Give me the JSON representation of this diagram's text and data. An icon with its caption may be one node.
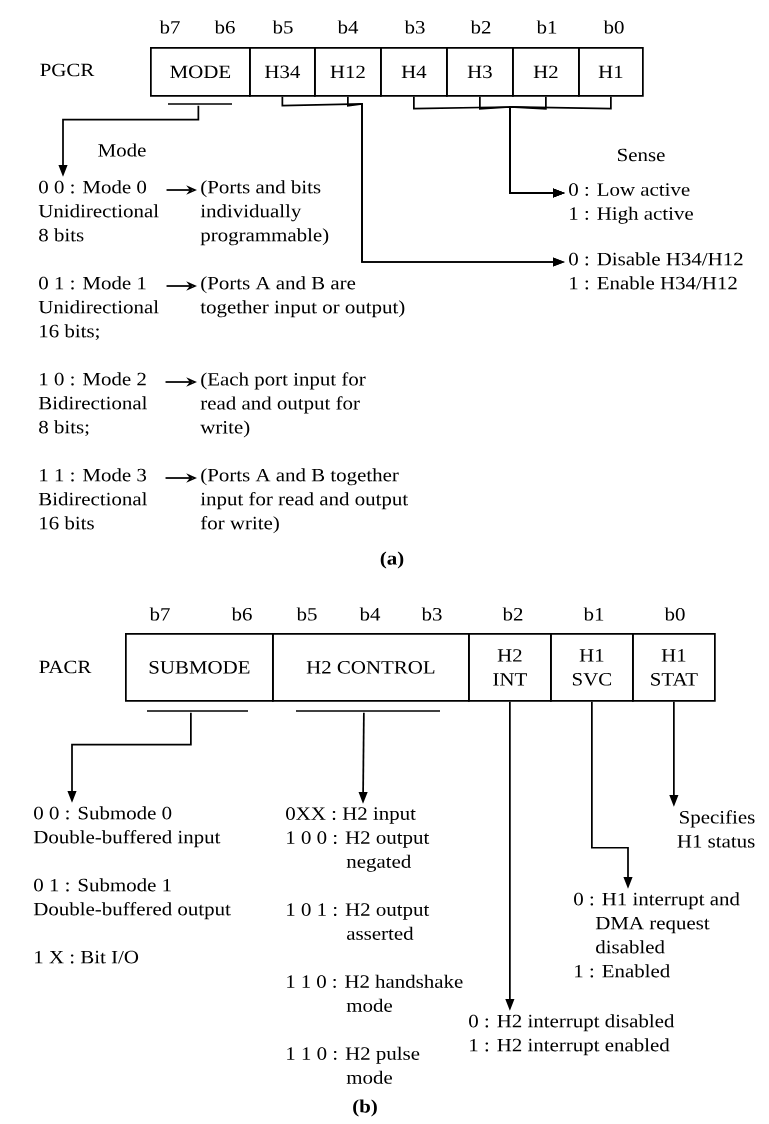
{
  "diagram": {
    "nodes": [
      {
        "text": [
          "MODE"
        ]
      },
      {
        "text": [
          "H34"
        ]
      },
      {
        "text": [
          "H12"
        ]
      },
      {
        "text": [
          "H4"
        ]
      },
      {
        "text": [
          "H3"
        ]
      },
      {
        "text": [
          "H2"
        ]
      },
      {
        "text": [
          "H1"
        ]
      },
      {
        "text": [
          "0 0 : Mode 0 Unidirectional 8 bits"
        ]
      },
      {
        "text": [
          "(Ports and bits individually programmable)"
        ]
      },
      {
        "text": [
          "0 1 : Mode 1 Unidirectional 16 bits;"
        ]
      },
      {
        "text": [
          "(Ports A and B are together input or output)"
        ]
      },
      {
        "text": [
          "1 0 : Mode 2 Bidirectional 8 bits;"
        ]
      },
      {
        "text": [
          "(Each port input for read and output for write)"
        ]
      },
      {
        "text": [
          "1 1 : Mode 3 Bidirectional 16 bits"
        ]
      },
      {
        "text": [
          "(Ports A and B together input for read and output for write)"
        ]
      },
      {
        "text": [
          "0 : Low active",
          "1 : High active"
        ]
      },
      {
        "text": [
          "0 : Disable H34/H12",
          "1 : Enable H34/H12"
        ]
      },
      {
        "text": [
          "SUBMODE"
        ]
      },
      {
        "text": [
          "H2 CONTROL"
        ]
      },
      {
        "text": [
          "H2 INT"
        ]
      },
      {
        "text": [
          "H1 SVC"
        ]
      },
      {
        "text": [
          "H1 STAT"
        ]
      },
      {
        "text": [
          "0 0 : Submode 0 Double-buffered input",
          "0 1 : Submode 1 Double-buffered output",
          "1 X : Bit I/O"
        ]
      },
      {
        "text": [
          "0XX : H2 input",
          "1 0 0 : H2 output negated",
          "1 0 1 : H2 output asserted",
          "1 1 0 : H2 handshake mode",
          "1 1 0 : H2 pulse mode"
        ]
      },
      {
        "text": [
          "0 : H2 interrupt disabled",
          "1 : H2 interrupt enabled"
        ]
      },
      {
        "text": [
          "0 : H1 interrupt and DMA request disabled",
          "1 : Enabled"
        ]
      },
      {
        "text": [
          "Specifies H1 status"
        ]
      }
    ],
    "edges": [
      {
        "from": 0,
        "to": 7,
        "arrow": "to"
      },
      {
        "from": 7,
        "to": 8,
        "arrow": "to"
      },
      {
        "from": 9,
        "to": 10,
        "arrow": "to"
      },
      {
        "from": 11,
        "to": 12,
        "arrow": "to"
      },
      {
        "from": 13,
        "to": 14,
        "arrow": "to"
      },
      {
        "from": 3,
        "to": 15,
        "arrow": "to"
      },
      {
        "from": 4,
        "to": 15,
        "arrow": "to"
      },
      {
        "from": 5,
        "to": 15,
        "arrow": "to"
      },
      {
        "from": 6,
        "to": 15,
        "arrow": "to"
      },
      {
        "from": 1,
        "to": 16,
        "arrow": "to"
      },
      {
        "from": 2,
        "to": 16,
        "arrow": "to"
      },
      {
        "from": 17,
        "to": 22,
        "arrow": "to"
      },
      {
        "from": 18,
        "to": 23,
        "arrow": "to"
      },
      {
        "from": 19,
        "to": 24,
        "arrow": "to"
      },
      {
        "from": 20,
        "to": 25,
        "arrow": "to"
      },
      {
        "from": 21,
        "to": 26,
        "arrow": "to"
      }
    ],
    "labels": [
      "b7",
      "b6",
      "b5",
      "b4",
      "b3",
      "b2",
      "b1",
      "b0",
      "PGCR",
      "Mode",
      "Sense",
      "(a)",
      "b7",
      "b6",
      "b5",
      "b4",
      "b3",
      "b2",
      "b1",
      "b0",
      "PACR",
      "(b)"
    ]
  }
}
